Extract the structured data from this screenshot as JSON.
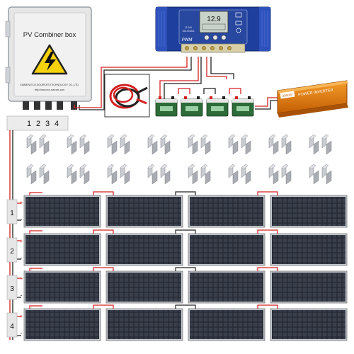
{
  "combiner_box": {
    "title": "PV Combiner box",
    "company": "XIAMEN ECO-SOURCES TECHNOLOGY CO.,LTD.",
    "website": "http://www.eco-sources.com",
    "inputs": [
      "1",
      "2",
      "3",
      "4"
    ],
    "icon": "high-voltage-icon"
  },
  "charge_controller": {
    "display_value": "12.9",
    "brand": "PWM",
    "spec_line1": "12-24V",
    "spec_line2": "20A 30-60A"
  },
  "inverter": {
    "label": "POWER INVERTER",
    "rating": "3000W"
  },
  "batteries": {
    "count": 4
  },
  "panel_rows": [
    {
      "label": "1",
      "plus": "+",
      "minus": "-"
    },
    {
      "label": "2",
      "plus": "+",
      "minus": "-"
    },
    {
      "label": "3",
      "plus": "+",
      "minus": "-"
    },
    {
      "label": "4",
      "plus": "+",
      "minus": "-"
    }
  ],
  "colors": {
    "wire_red": "#d42020",
    "wire_black": "#222222",
    "controller_blue": "#1f3f9e",
    "inverter_orange": "#e07a10",
    "panel_cell": "#2b2f3a",
    "bracket_gray": "#b9bcc2",
    "box_gray": "#e6e6e6"
  }
}
